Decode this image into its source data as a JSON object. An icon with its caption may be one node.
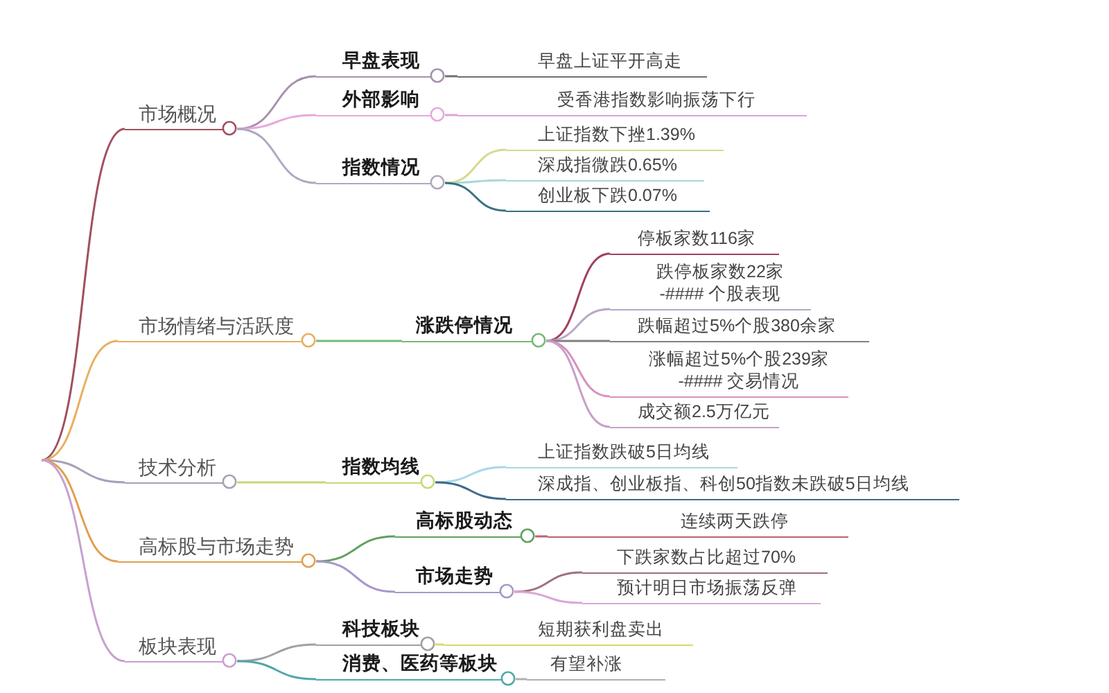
{
  "diagram": {
    "nodes": [
      {
        "text": [
          "市场概况"
        ]
      },
      {
        "text": [
          "早盘表现"
        ]
      },
      {
        "text": [
          "早盘上证平开高走"
        ]
      },
      {
        "text": [
          "外部影响"
        ]
      },
      {
        "text": [
          "受香港指数影响振荡下行"
        ]
      },
      {
        "text": [
          "指数情况"
        ]
      },
      {
        "text": [
          "上证指数下挫1.39%"
        ]
      },
      {
        "text": [
          "深成指微跌0.65%"
        ]
      },
      {
        "text": [
          "创业板下跌0.07%"
        ]
      },
      {
        "text": [
          "市场情绪与活跃度"
        ]
      },
      {
        "text": [
          "涨跌停情况"
        ]
      },
      {
        "text": [
          "停板家数116家"
        ]
      },
      {
        "text": [
          "跌停板家数22家 -#### 个股表现"
        ]
      },
      {
        "text": [
          "跌幅超过5%个股380余家"
        ]
      },
      {
        "text": [
          "涨幅超过5%个股239家 -#### 交易情况"
        ]
      },
      {
        "text": [
          "成交额2.5万亿元"
        ]
      },
      {
        "text": [
          "技术分析"
        ]
      },
      {
        "text": [
          "指数均线"
        ]
      },
      {
        "text": [
          "上证指数跌破5日均线"
        ]
      },
      {
        "text": [
          "深成指、创业板指、科创50指数未跌破5日均线"
        ]
      },
      {
        "text": [
          "高标股与市场走势"
        ]
      },
      {
        "text": [
          "高标股动态"
        ]
      },
      {
        "text": [
          "连续两天跌停"
        ]
      },
      {
        "text": [
          "市场走势"
        ]
      },
      {
        "text": [
          "下跌家数占比超过70%"
        ]
      },
      {
        "text": [
          "预计明日市场振荡反弹"
        ]
      },
      {
        "text": [
          "板块表现"
        ]
      },
      {
        "text": [
          "科技板块"
        ]
      },
      {
        "text": [
          "短期获利盘卖出"
        ]
      },
      {
        "text": [
          "消费、医药等板块"
        ]
      },
      {
        "text": [
          "有望补涨"
        ]
      }
    ],
    "edges": [
      {
        "from": null,
        "to": 0,
        "arrow": "none",
        "color": "#a0505f"
      },
      {
        "from": 0,
        "to": 1,
        "arrow": "none",
        "color": "#a890b0"
      },
      {
        "from": 1,
        "to": 2,
        "arrow": "none",
        "color": "#707070"
      },
      {
        "from": 0,
        "to": 3,
        "arrow": "none",
        "color": "#e8a8dc"
      },
      {
        "from": 3,
        "to": 4,
        "arrow": "none",
        "color": "#e0a0e0"
      },
      {
        "from": 0,
        "to": 5,
        "arrow": "none",
        "color": "#b0a8c0"
      },
      {
        "from": 5,
        "to": 6,
        "arrow": "none",
        "color": "#d8d890"
      },
      {
        "from": 5,
        "to": 7,
        "arrow": "none",
        "color": "#a8d8d8"
      },
      {
        "from": 5,
        "to": 8,
        "arrow": "none",
        "color": "#3a6f80"
      },
      {
        "from": null,
        "to": 9,
        "arrow": "none",
        "color": "#e8b060"
      },
      {
        "from": 9,
        "to": 10,
        "arrow": "none",
        "color": "#78b878"
      },
      {
        "from": 10,
        "to": 11,
        "arrow": "none",
        "color": "#a04060"
      },
      {
        "from": 10,
        "to": 12,
        "arrow": "none",
        "color": "#b8a8c8"
      },
      {
        "from": 10,
        "to": 13,
        "arrow": "none",
        "color": "#808080"
      },
      {
        "from": 10,
        "to": 14,
        "arrow": "none",
        "color": "#d890c0"
      },
      {
        "from": 10,
        "to": 15,
        "arrow": "none",
        "color": "#c8a0c8"
      },
      {
        "from": null,
        "to": 16,
        "arrow": "none",
        "color": "#a8a0b8"
      },
      {
        "from": 16,
        "to": 17,
        "arrow": "none",
        "color": "#c8d878"
      },
      {
        "from": 17,
        "to": 18,
        "arrow": "none",
        "color": "#a8d8e8"
      },
      {
        "from": 17,
        "to": 19,
        "arrow": "none",
        "color": "#3f6a8a"
      },
      {
        "from": null,
        "to": 20,
        "arrow": "none",
        "color": "#e0a050"
      },
      {
        "from": 20,
        "to": 21,
        "arrow": "none",
        "color": "#60a060"
      },
      {
        "from": 21,
        "to": 22,
        "arrow": "none",
        "color": "#c06070"
      },
      {
        "from": 20,
        "to": 23,
        "arrow": "none",
        "color": "#a898c8"
      },
      {
        "from": 23,
        "to": 24,
        "arrow": "none",
        "color": "#a07080"
      },
      {
        "from": 23,
        "to": 25,
        "arrow": "none",
        "color": "#d8a8d8"
      },
      {
        "from": null,
        "to": 26,
        "arrow": "none",
        "color": "#c8a0d0"
      },
      {
        "from": 26,
        "to": 27,
        "arrow": "none",
        "color": "#a0a0a0"
      },
      {
        "from": 27,
        "to": 28,
        "arrow": "none",
        "color": "#d8d870"
      },
      {
        "from": 26,
        "to": 29,
        "arrow": "none",
        "color": "#50a8a8"
      },
      {
        "from": 29,
        "to": 30,
        "arrow": "none",
        "color": "#b0b0b0"
      }
    ]
  }
}
